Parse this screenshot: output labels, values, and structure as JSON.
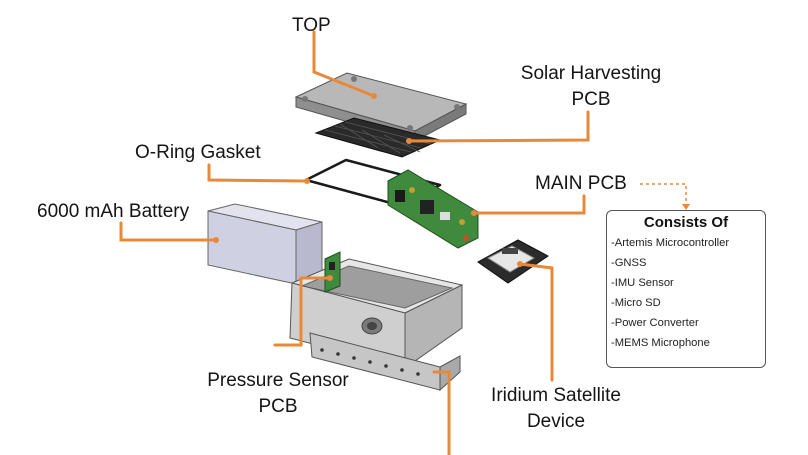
{
  "labels": {
    "top": "TOP",
    "solar_line1": "Solar Harvesting",
    "solar_line2": "PCB",
    "oring": "O-Ring Gasket",
    "main_pcb": "MAIN PCB",
    "battery": "6000 mAh Battery",
    "pressure_line1": "Pressure Sensor",
    "pressure_line2": "PCB",
    "iridium_line1": "Iridium Satellite",
    "iridium_line2": "Device"
  },
  "consists": {
    "title": "Consists Of",
    "items": [
      "-Artemis Microcontroller",
      "-GNSS",
      "-IMU Sensor",
      "-Micro SD",
      "-Power Converter",
      "-MEMS Microphone"
    ]
  },
  "colors": {
    "leader": "#e8893a",
    "pcb_green": "#3f8a3c",
    "enclosure": "#d9d9d9",
    "battery": "#cfd0e2"
  }
}
